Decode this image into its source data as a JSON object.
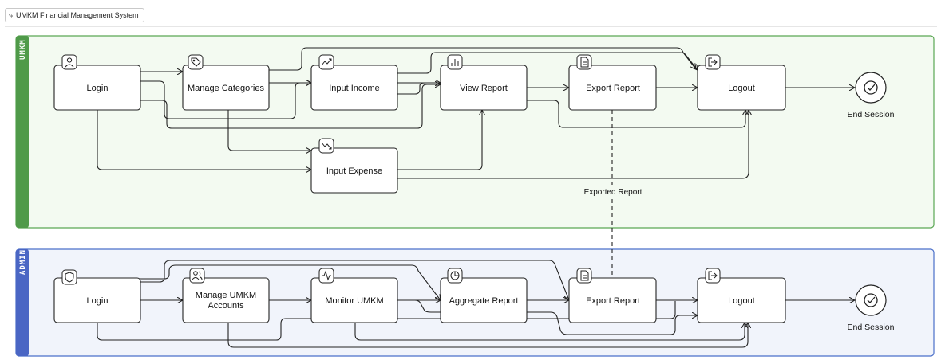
{
  "header": {
    "title": "UMKM Financial Management System"
  },
  "colors": {
    "umkm_lane_fill": "#f3faf1",
    "umkm_lane_stroke": "#5aa653",
    "umkm_lane_bar": "#4f9a49",
    "admin_lane_fill": "#f1f4fb",
    "admin_lane_stroke": "#4a6fc9",
    "admin_lane_bar": "#4a66c4"
  },
  "lanes": {
    "umkm": {
      "label": "UMKM",
      "nodes": {
        "login": {
          "label": "Login",
          "icon": "user-icon"
        },
        "manage_categories": {
          "label": "Manage Categories",
          "icon": "tag-icon"
        },
        "input_income": {
          "label": "Input Income",
          "icon": "trending-up-icon"
        },
        "view_report": {
          "label": "View Report",
          "icon": "bar-chart-icon"
        },
        "export_report": {
          "label": "Export Report",
          "icon": "file-text-icon"
        },
        "logout": {
          "label": "Logout",
          "icon": "logout-icon"
        },
        "input_expense": {
          "label": "Input Expense",
          "icon": "trending-down-icon"
        }
      },
      "end": {
        "label": "End Session",
        "icon": "check-circle-icon"
      }
    },
    "admin": {
      "label": "ADMIN",
      "nodes": {
        "login": {
          "label": "Login",
          "icon": "shield-icon"
        },
        "manage_accounts": {
          "label_line1": "Manage UMKM",
          "label_line2": "Accounts",
          "icon": "users-icon"
        },
        "monitor": {
          "label": "Monitor UMKM",
          "icon": "activity-icon"
        },
        "aggregate": {
          "label": "Aggregate Report",
          "icon": "pie-chart-icon"
        },
        "export_report": {
          "label": "Export Report",
          "icon": "file-text-icon"
        },
        "logout": {
          "label": "Logout",
          "icon": "logout-icon"
        }
      },
      "end": {
        "label": "End Session",
        "icon": "check-circle-icon"
      }
    }
  },
  "cross_edge": {
    "label": "Exported Report"
  }
}
